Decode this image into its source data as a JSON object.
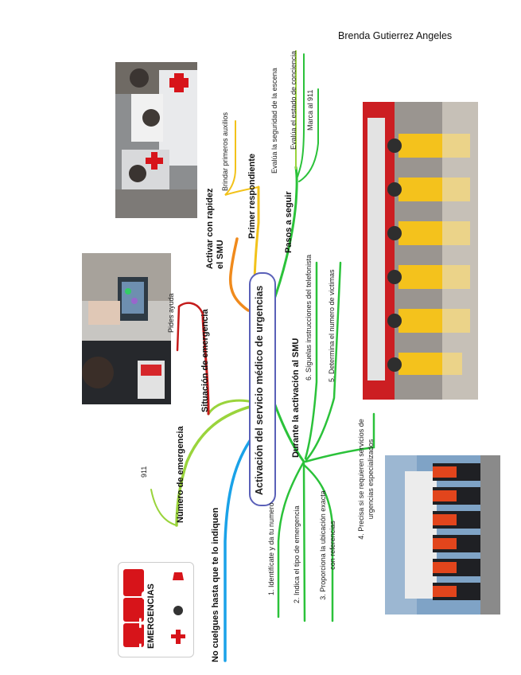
{
  "author": "Brenda Gutierrez Angeles",
  "center": "Activación del servicio médico de urgencias",
  "branches": {
    "no_cuelgues": "No cuelgues hasta que te lo indiquen",
    "numero": "Número de emergencia",
    "numero_911": "911",
    "situacion": "Situación de emergencia",
    "pides_ayuda": "Pides ayuda",
    "activar": "Activar con rapidez el SMU",
    "primer": "Primer respondiente",
    "brindar": "Brindar primeros auxilios",
    "pasos": "Pasos a seguir",
    "pasos_items": [
      "Evalúa la seguridad de la escena",
      "Evalúa el estado de conciencia",
      "Marca al 911"
    ],
    "durante": "Durante la activación al SMU",
    "durante_items": [
      "1. Identifícate y da tu numero",
      "2. Indica el tipo de emergencia",
      "3. Proporciona la ubicación exacta con referencias",
      "4. Precisa si se requieren servicios de urgencias especializados",
      "5. Determina el numero de victimas",
      "6. Síguelas instrucciones del telefonista"
    ]
  },
  "logo": {
    "digits": [
      "9",
      "1",
      "1"
    ],
    "word": "EMERGENCIAS"
  },
  "colors": {
    "blue": "#1aa2e8",
    "lime": "#9ad43c",
    "red": "#c41c1c",
    "orange": "#f08a1c",
    "yellow": "#f2c21a",
    "green": "#2bc23a",
    "node": "#5a60b8"
  }
}
